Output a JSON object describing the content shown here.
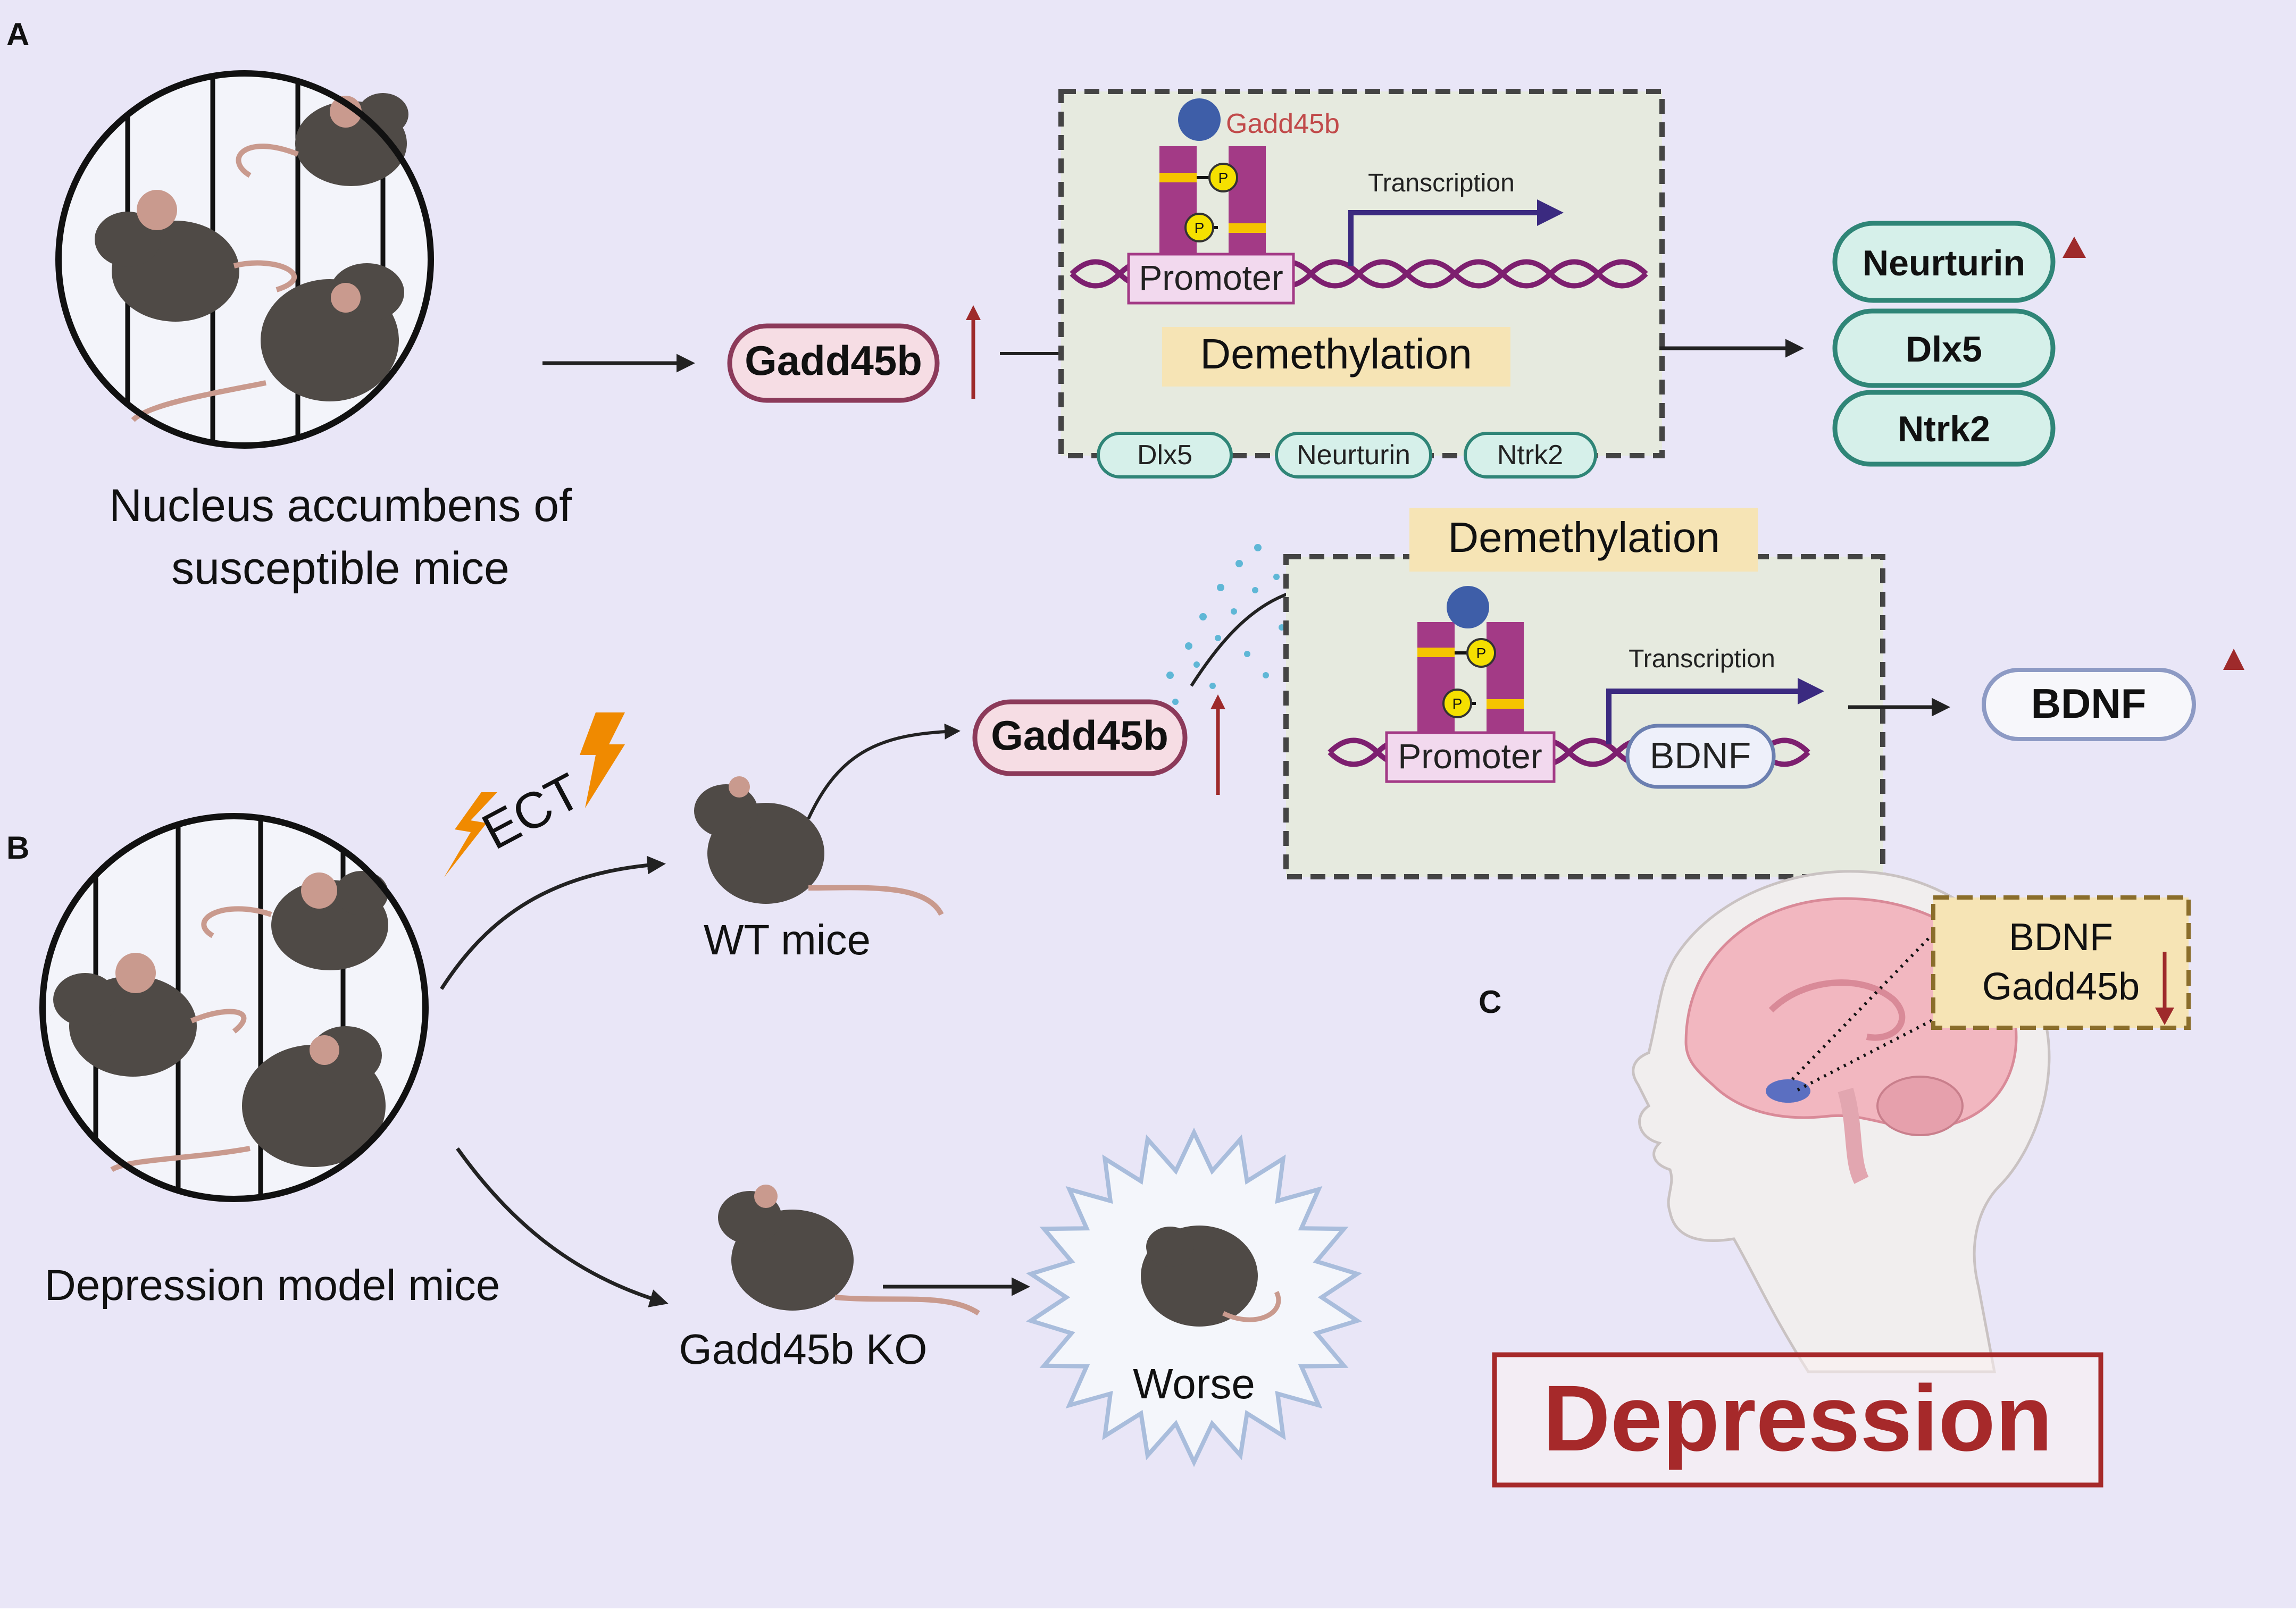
{
  "panels": {
    "a": "A",
    "b": "B",
    "c": "C"
  },
  "panel_a": {
    "cage_caption_line1": "Nucleus accumbens of",
    "cage_caption_line2": "susceptible mice",
    "gadd45b": "Gadd45b",
    "gadd45b_small": "Gadd45b",
    "transcription": "Transcription",
    "promoter": "Promoter",
    "phospho": "P",
    "demethylation": "Demethylation",
    "bottom_genes": [
      "Dlx5",
      "Neurturin",
      "Ntrk2"
    ],
    "output_genes": [
      "Neurturin",
      "Dlx5",
      "Ntrk2"
    ]
  },
  "panel_b": {
    "cage_caption": "Depression model mice",
    "ect": "ECT",
    "wt_mice": "WT mice",
    "gadd45b": "Gadd45b",
    "demethylation": "Demethylation",
    "transcription": "Transcription",
    "promoter": "Promoter",
    "phospho": "P",
    "bdnf_gene": "BDNF",
    "bdnf_out": "BDNF",
    "ko_mice": "Gadd45b KO",
    "worse": "Worse"
  },
  "panel_c": {
    "callout_line1": "BDNF",
    "callout_line2": "Gadd45b",
    "depression": "Depression"
  },
  "colors": {
    "background": "#e9e6f7",
    "up_arrow": "#9e2a2b",
    "depression_red": "#a6292a",
    "gene_teal": "#2f8577",
    "gene_teal_fill": "#d6f0ea",
    "gadd45b_fill": "#f6dde4",
    "gadd45b_stroke": "#8c3a5a",
    "box_fill": "#e6eadf",
    "label_yellow": "#f6e4b5",
    "dna": "#7d1f6f",
    "tf_magenta": "#a33a86",
    "arrow_purple": "#3b2a80",
    "bolt_orange": "#f08a00",
    "mouse_fur": "#4f4a46"
  }
}
